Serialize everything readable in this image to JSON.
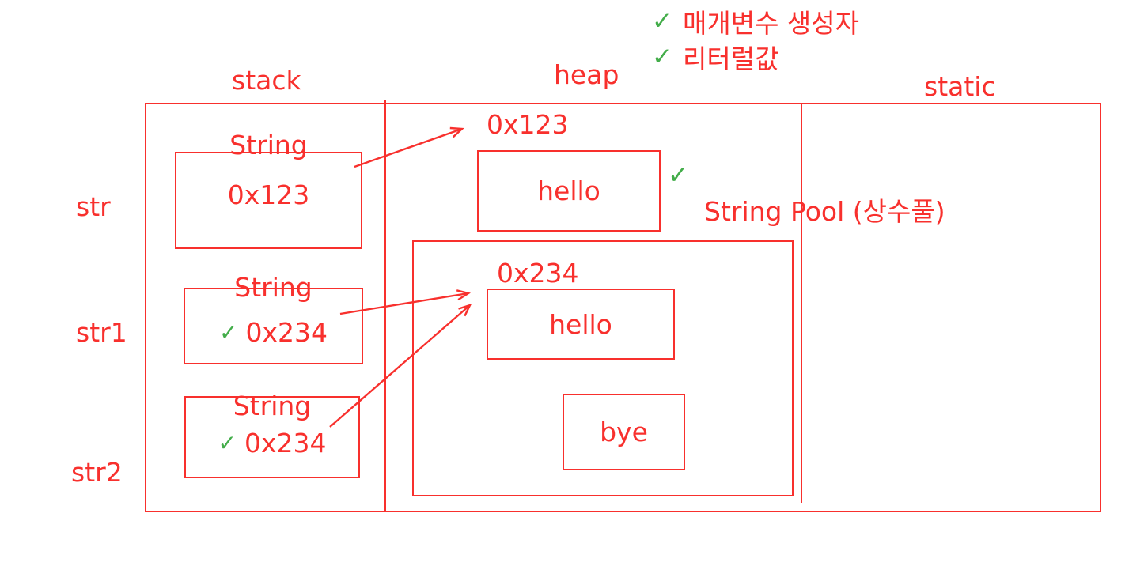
{
  "colors": {
    "red": "#f8302d",
    "green": "#43ad4a"
  },
  "icons": {
    "check": "✓"
  },
  "legend": {
    "items": [
      {
        "icon": "check-icon",
        "label": "매개변수 생성자"
      },
      {
        "icon": "check-icon",
        "label": "리터럴값"
      }
    ]
  },
  "regions": {
    "stack_label": "stack",
    "heap_label": "heap",
    "static_label": "static"
  },
  "stack": {
    "variables": [
      {
        "name": "str",
        "type": "String",
        "value": "0x123",
        "checked": false
      },
      {
        "name": "str1",
        "type": "String",
        "value": "0x234",
        "checked": true
      },
      {
        "name": "str2",
        "type": "String",
        "value": "0x234",
        "checked": true
      }
    ]
  },
  "heap": {
    "object": {
      "address": "0x123",
      "value": "hello",
      "checked": true
    },
    "string_pool": {
      "label": "String Pool (상수풀)",
      "objects": [
        {
          "address": "0x234",
          "value": "hello"
        },
        {
          "address": "",
          "value": "bye"
        }
      ]
    }
  },
  "arrows": [
    {
      "from": "str",
      "to": "heap-0x123"
    },
    {
      "from": "str1",
      "to": "pool-0x234"
    },
    {
      "from": "str2",
      "to": "pool-0x234"
    }
  ]
}
